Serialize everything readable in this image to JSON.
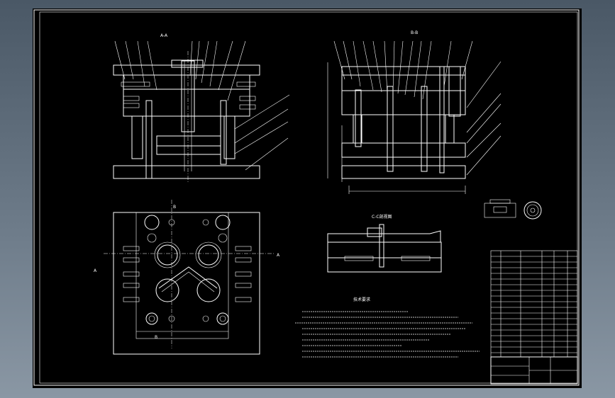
{
  "drawing": {
    "section_labels": {
      "view_front": "A-A",
      "view_side": "B-B",
      "view_detail": "C-C剖视图"
    },
    "plan_markers": {
      "left": "A",
      "right": "A",
      "top": "B",
      "bottom": "B"
    },
    "tech_requirements_title": "技术要求",
    "colors": {
      "background": "#000000",
      "frame": "#ffffff",
      "hatch": "#ffffff",
      "accent": "#ffff00"
    }
  }
}
